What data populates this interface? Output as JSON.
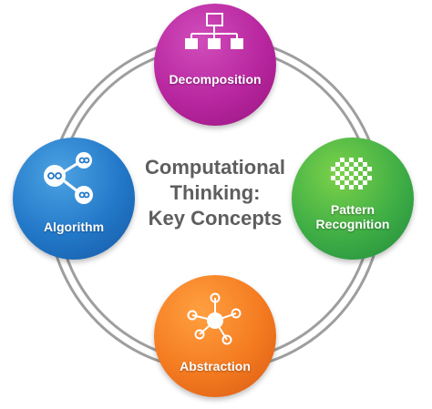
{
  "title_lines": [
    "Computational",
    "Thinking:",
    "Key Concepts"
  ],
  "concepts": {
    "decomposition": {
      "label": "Decomposition",
      "icon": "hierarchy-icon",
      "color": "#b8269f"
    },
    "pattern": {
      "label_lines": [
        "Pattern",
        "Recognition"
      ],
      "icon": "pixel-pattern-icon",
      "color": "#3fae45"
    },
    "algorithm": {
      "label": "Algorithm",
      "icon": "flowchart-icon",
      "color": "#2278c8"
    },
    "abstraction": {
      "label": "Abstraction",
      "icon": "network-icon",
      "color": "#f47a20"
    }
  },
  "ring_color": "#9e9e9e"
}
